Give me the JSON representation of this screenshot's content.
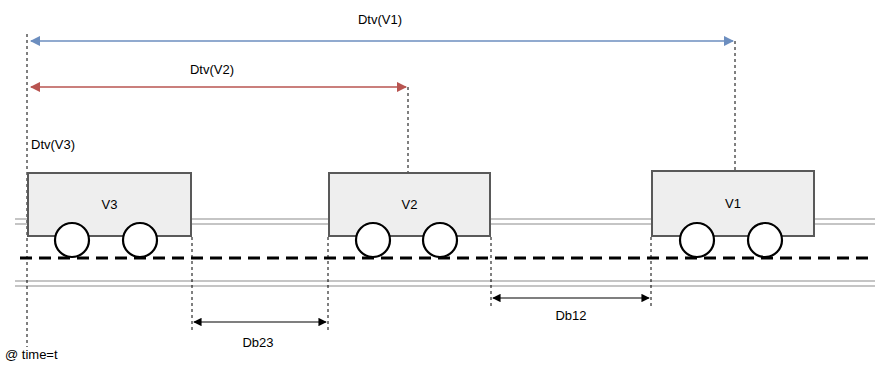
{
  "diagram": {
    "nodes": [
      {
        "text": [
          "V3"
        ]
      },
      {
        "text": [
          "V2"
        ]
      },
      {
        "text": [
          "V1"
        ]
      }
    ],
    "labels": [
      "Dtv(V1)",
      "Dtv(V2)",
      "Dtv(V3)",
      "Db23",
      "Db12",
      "@ time=t"
    ]
  }
}
